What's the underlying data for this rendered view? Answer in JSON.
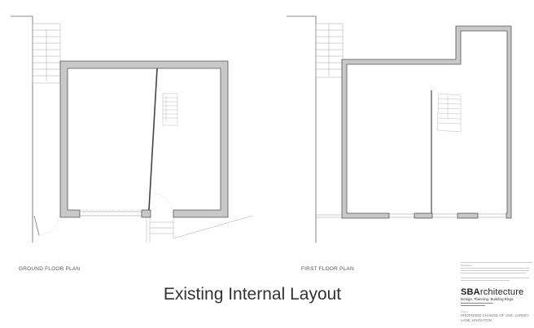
{
  "drawing": {
    "title": "Existing Internal Layout",
    "plans": [
      {
        "label": "GROUND FLOOR PLAN"
      },
      {
        "label": "FIRST FLOOR PLAN"
      }
    ]
  },
  "title_block": {
    "disclaimer_heading": "Disclaimer",
    "brand_bold": "SBA",
    "brand_rest": "rchitecture",
    "tagline": "Design. Planning. Building Regs.",
    "project_heading": "Project",
    "project": "PROPOSED CHANGE OF USE, LARKEY LANE, KNIGHTON"
  },
  "colors": {
    "wall_fill": "#c8c8c8",
    "wall_stroke": "#555555",
    "line": "#888888"
  }
}
